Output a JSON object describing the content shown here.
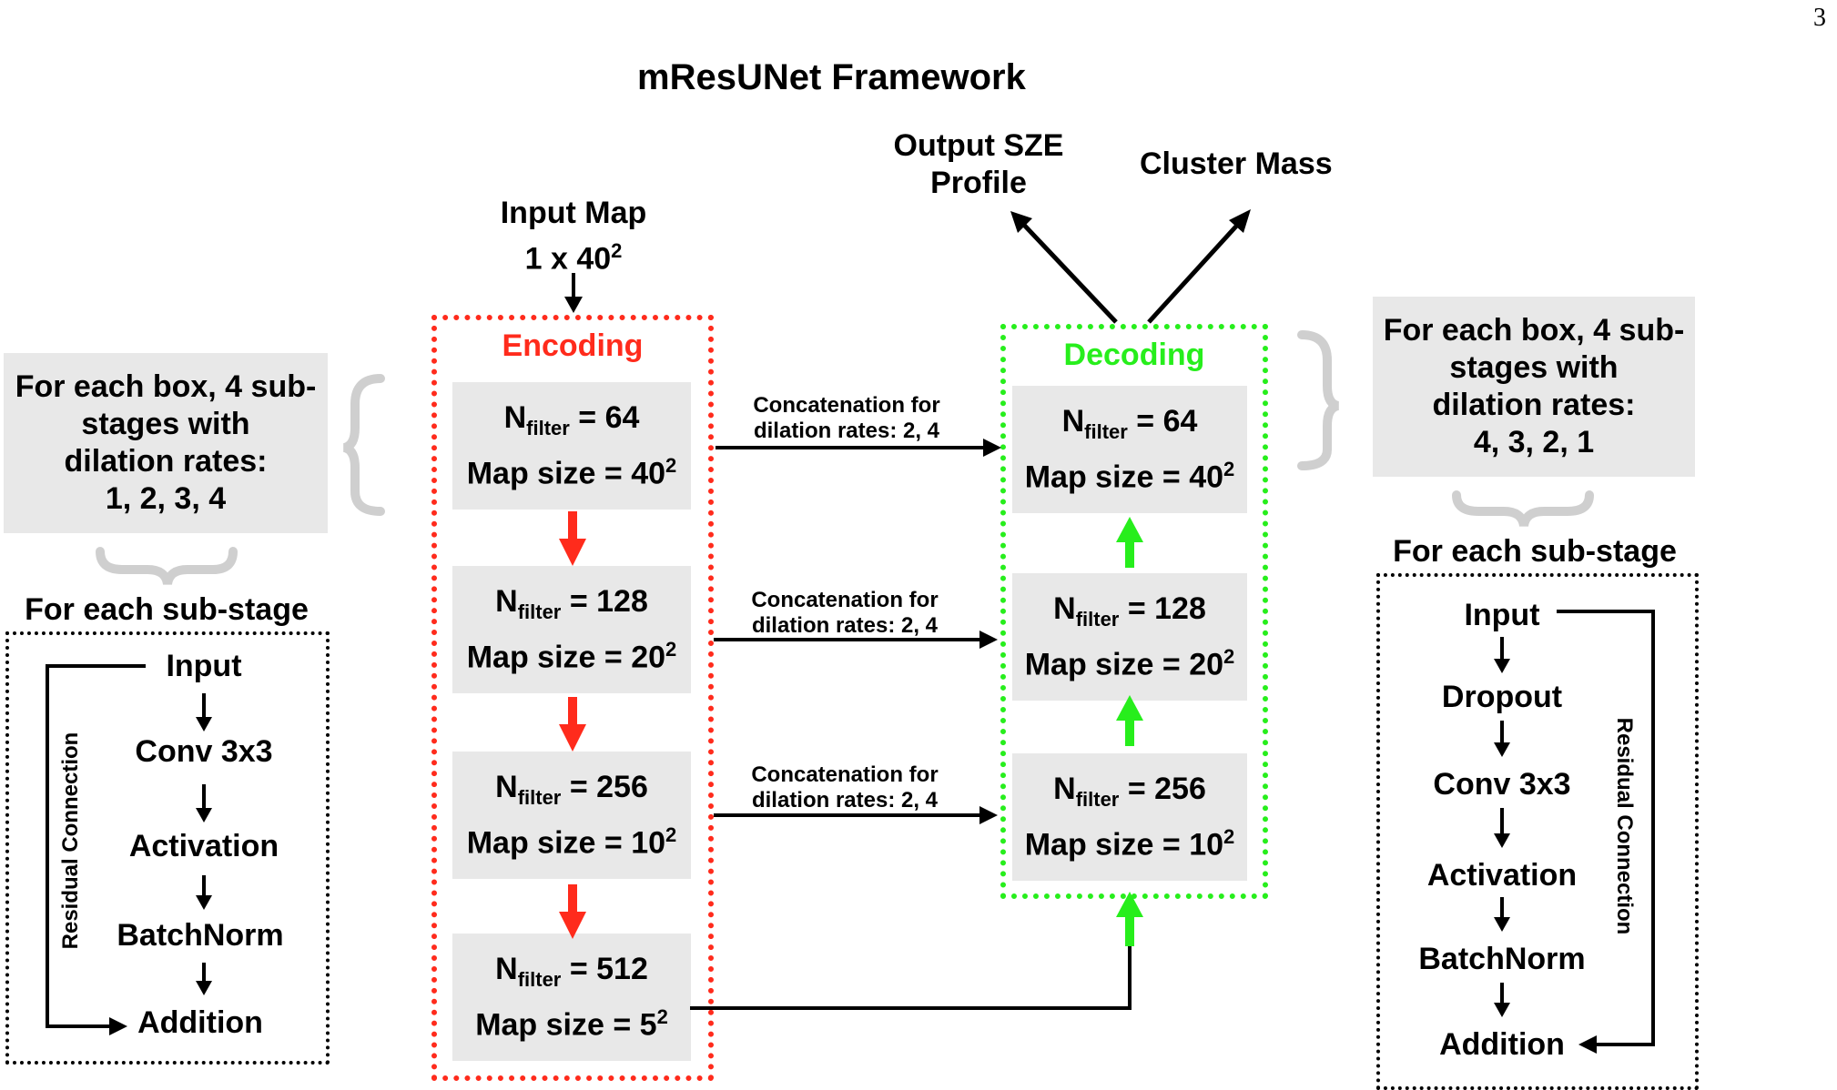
{
  "page_number": "3",
  "title": "mResUNet Framework",
  "input": {
    "line1": "Input Map",
    "line2": "1 x 40",
    "sup": "2"
  },
  "outputs": {
    "profile": "Output SZE\nProfile",
    "profile_l1": "Output SZE",
    "profile_l2": "Profile",
    "mass": "Cluster Mass"
  },
  "encoding": {
    "label": "Encoding",
    "color": "#ff2b1c",
    "blocks": [
      {
        "filter_prefix": "N",
        "filter_sub": "filter",
        "filter_value": " = 64",
        "map_prefix": "Map size = 40",
        "map_sup": "2"
      },
      {
        "filter_prefix": "N",
        "filter_sub": "filter",
        "filter_value": " = 128",
        "map_prefix": "Map size = 20",
        "map_sup": "2"
      },
      {
        "filter_prefix": "N",
        "filter_sub": "filter",
        "filter_value": " = 256",
        "map_prefix": "Map size = 10",
        "map_sup": "2"
      },
      {
        "filter_prefix": "N",
        "filter_sub": "filter",
        "filter_value": " = 512",
        "map_prefix": "Map size = 5",
        "map_sup": "2"
      }
    ]
  },
  "decoding": {
    "label": "Decoding",
    "color": "#27ee1c",
    "blocks": [
      {
        "filter_prefix": "N",
        "filter_sub": "filter",
        "filter_value": " = 64",
        "map_prefix": "Map size = 40",
        "map_sup": "2"
      },
      {
        "filter_prefix": "N",
        "filter_sub": "filter",
        "filter_value": " = 128",
        "map_prefix": "Map size = 20",
        "map_sup": "2"
      },
      {
        "filter_prefix": "N",
        "filter_sub": "filter",
        "filter_value": " = 256",
        "map_prefix": "Map size = 10",
        "map_sup": "2"
      }
    ]
  },
  "concat": [
    {
      "line1": "Concatenation for",
      "line2": "dilation rates: 2, 4"
    },
    {
      "line1": "Concatenation for",
      "line2": "dilation rates: 2, 4"
    },
    {
      "line1": "Concatenation for",
      "line2": "dilation rates: 2, 4"
    }
  ],
  "left_note": {
    "l1": "For each box, 4 sub-",
    "l2": "stages with",
    "l3": "dilation rates:",
    "l4": "1, 2, 3, 4"
  },
  "right_note": {
    "l1": "For each box, 4 sub-",
    "l2": "stages with",
    "l3": "dilation rates:",
    "l4": "4, 3, 2, 1"
  },
  "left_substage": {
    "heading": "For each sub-stage",
    "residual": "Residual Connection",
    "steps": [
      "Input",
      "Conv 3x3",
      "Activation",
      "BatchNorm",
      "Addition"
    ]
  },
  "right_substage": {
    "heading": "For each sub-stage",
    "residual": "Residual Connection",
    "steps": [
      "Input",
      "Dropout",
      "Conv 3x3",
      "Activation",
      "BatchNorm",
      "Addition"
    ]
  }
}
